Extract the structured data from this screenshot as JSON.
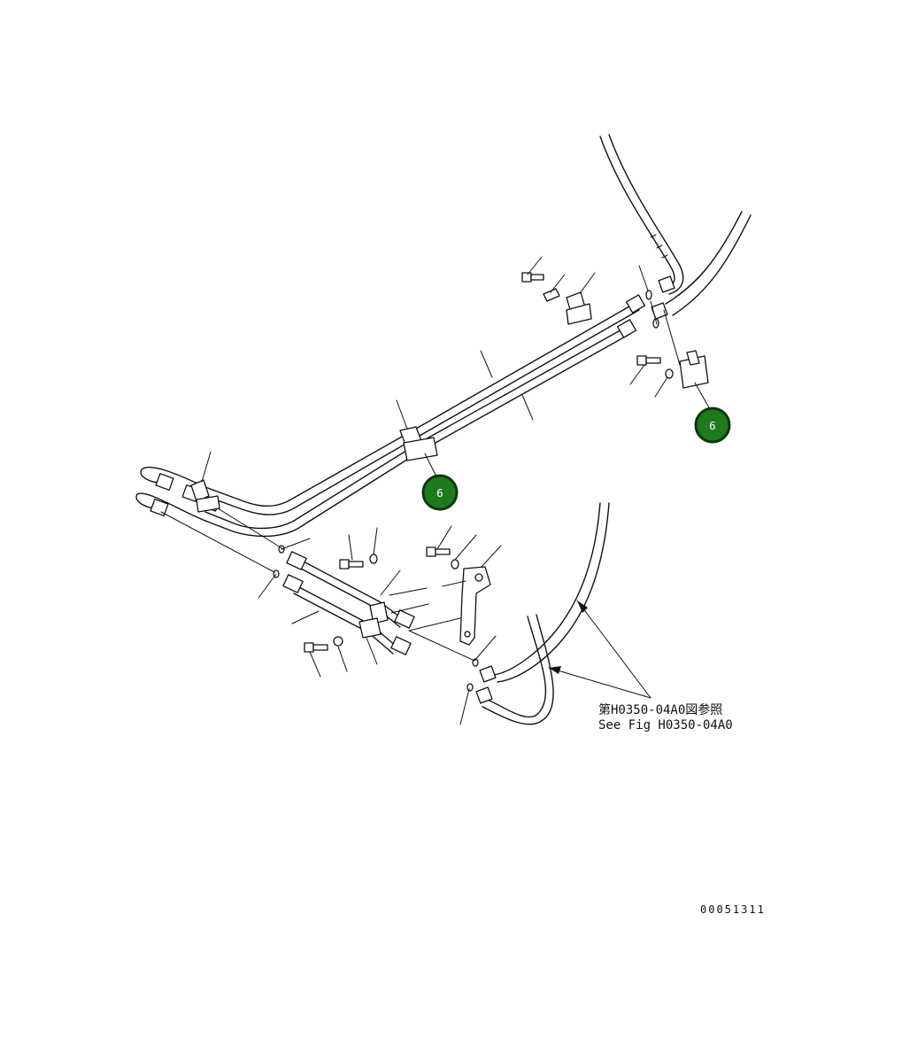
{
  "reference": {
    "jp": "第H0350-04A0図参照",
    "en": "See Fig H0350-04A0"
  },
  "drawing_number": "00051311",
  "callouts": [
    {
      "label": "6"
    },
    {
      "label": "6"
    }
  ],
  "colors": {
    "callout_fill": "#1f7a1f",
    "callout_stroke": "#0a3a0a",
    "line": "#111111"
  }
}
